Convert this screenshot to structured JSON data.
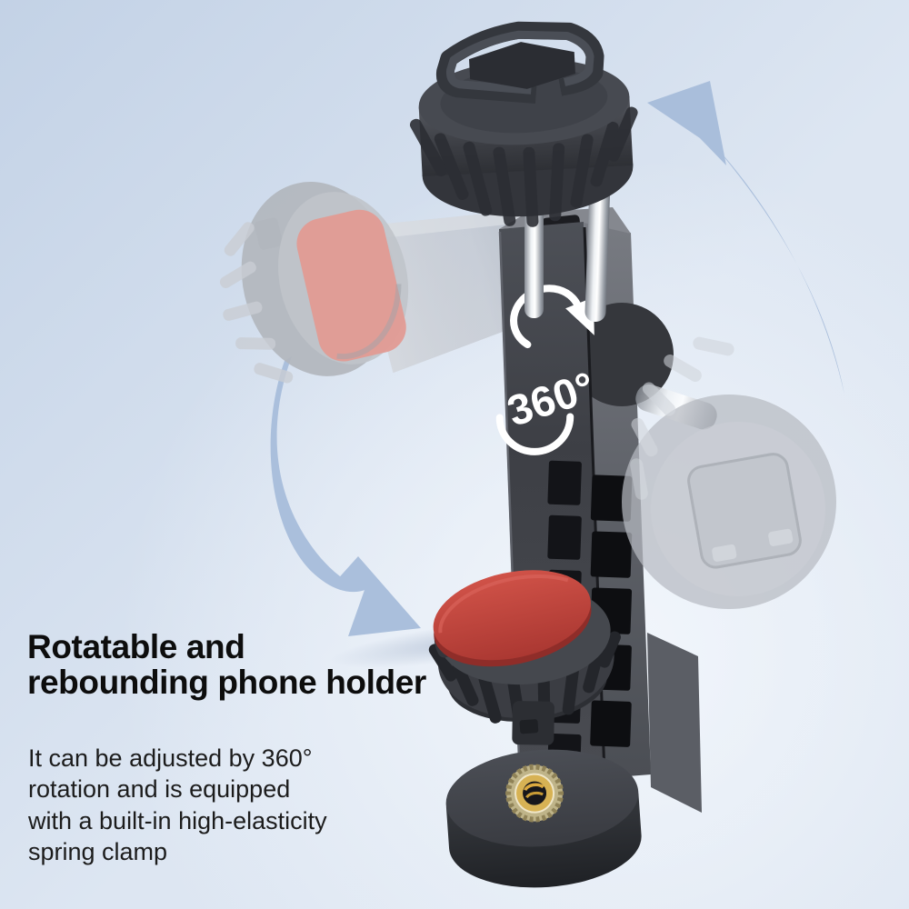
{
  "heading": {
    "text": "Rotatable and\nrebounding phone holder",
    "color": "#0d0d0d"
  },
  "description": {
    "text": "It can be adjusted by 360°\nrotation and is equipped\nwith a built-in high-elasticity\nspring clamp",
    "color": "#1c1c1c"
  },
  "product": {
    "rotation_label": "360°",
    "rotation_label_color": "#ffffff",
    "colors": {
      "background_edge": "#c3d2e6",
      "background_center": "#edf2f9",
      "arrow_blue": "#a9bedb",
      "body_front": "#414349",
      "body_side": "#64676e",
      "knob_dark": "#3a3c42",
      "ghost_gray": "#bcc0c7",
      "grip_pad_red": "#c6443c",
      "ghost_pad_red": "#e29b94",
      "metal_rod": "#e8ebee",
      "brass_insert": "#d2a63e",
      "lattice_slot": "#121316"
    }
  }
}
